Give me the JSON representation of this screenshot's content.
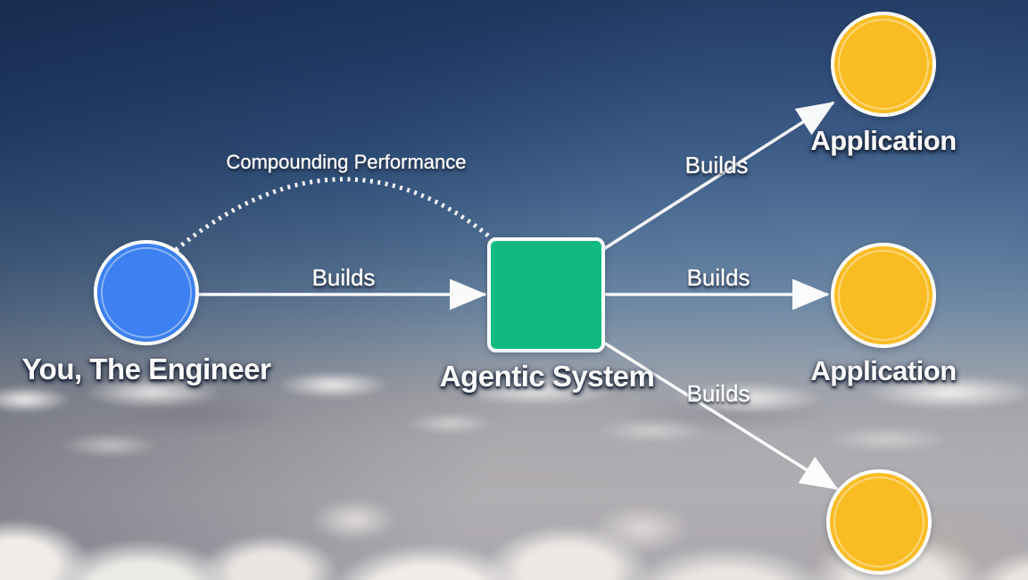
{
  "diagram": {
    "nodes": [
      {
        "id": "engineer",
        "label": "You, The Engineer",
        "shape": "circle",
        "color": "#3c80f1"
      },
      {
        "id": "agentic-system",
        "label": "Agentic System",
        "shape": "square",
        "color": "#12ba80"
      },
      {
        "id": "application-top",
        "label": "Application",
        "shape": "circle",
        "color": "#f9bc23"
      },
      {
        "id": "application-middle",
        "label": "Application",
        "shape": "circle",
        "color": "#f9bc23"
      },
      {
        "id": "application-bottom",
        "label": "",
        "shape": "circle",
        "color": "#f9bc23"
      }
    ],
    "edges": [
      {
        "from": "engineer",
        "to": "agentic-system",
        "label": "Builds",
        "style": "solid-arrow"
      },
      {
        "from": "agentic-system",
        "to": "application-top",
        "label": "Builds",
        "style": "solid-arrow"
      },
      {
        "from": "agentic-system",
        "to": "application-middle",
        "label": "Builds",
        "style": "solid-arrow"
      },
      {
        "from": "agentic-system",
        "to": "application-bottom",
        "label": "Builds",
        "style": "solid-arrow"
      },
      {
        "from": "engineer",
        "to": "agentic-system",
        "label": "Compounding Performance",
        "style": "dotted-arc"
      }
    ],
    "colors": {
      "node_stroke": "#ffffff",
      "edge_stroke": "#ffffff",
      "label_text": "#ffffff",
      "sky_top": "#213b64",
      "sky_mid": "#6c85a1",
      "cloud_haze": "#b1aeb2"
    }
  }
}
